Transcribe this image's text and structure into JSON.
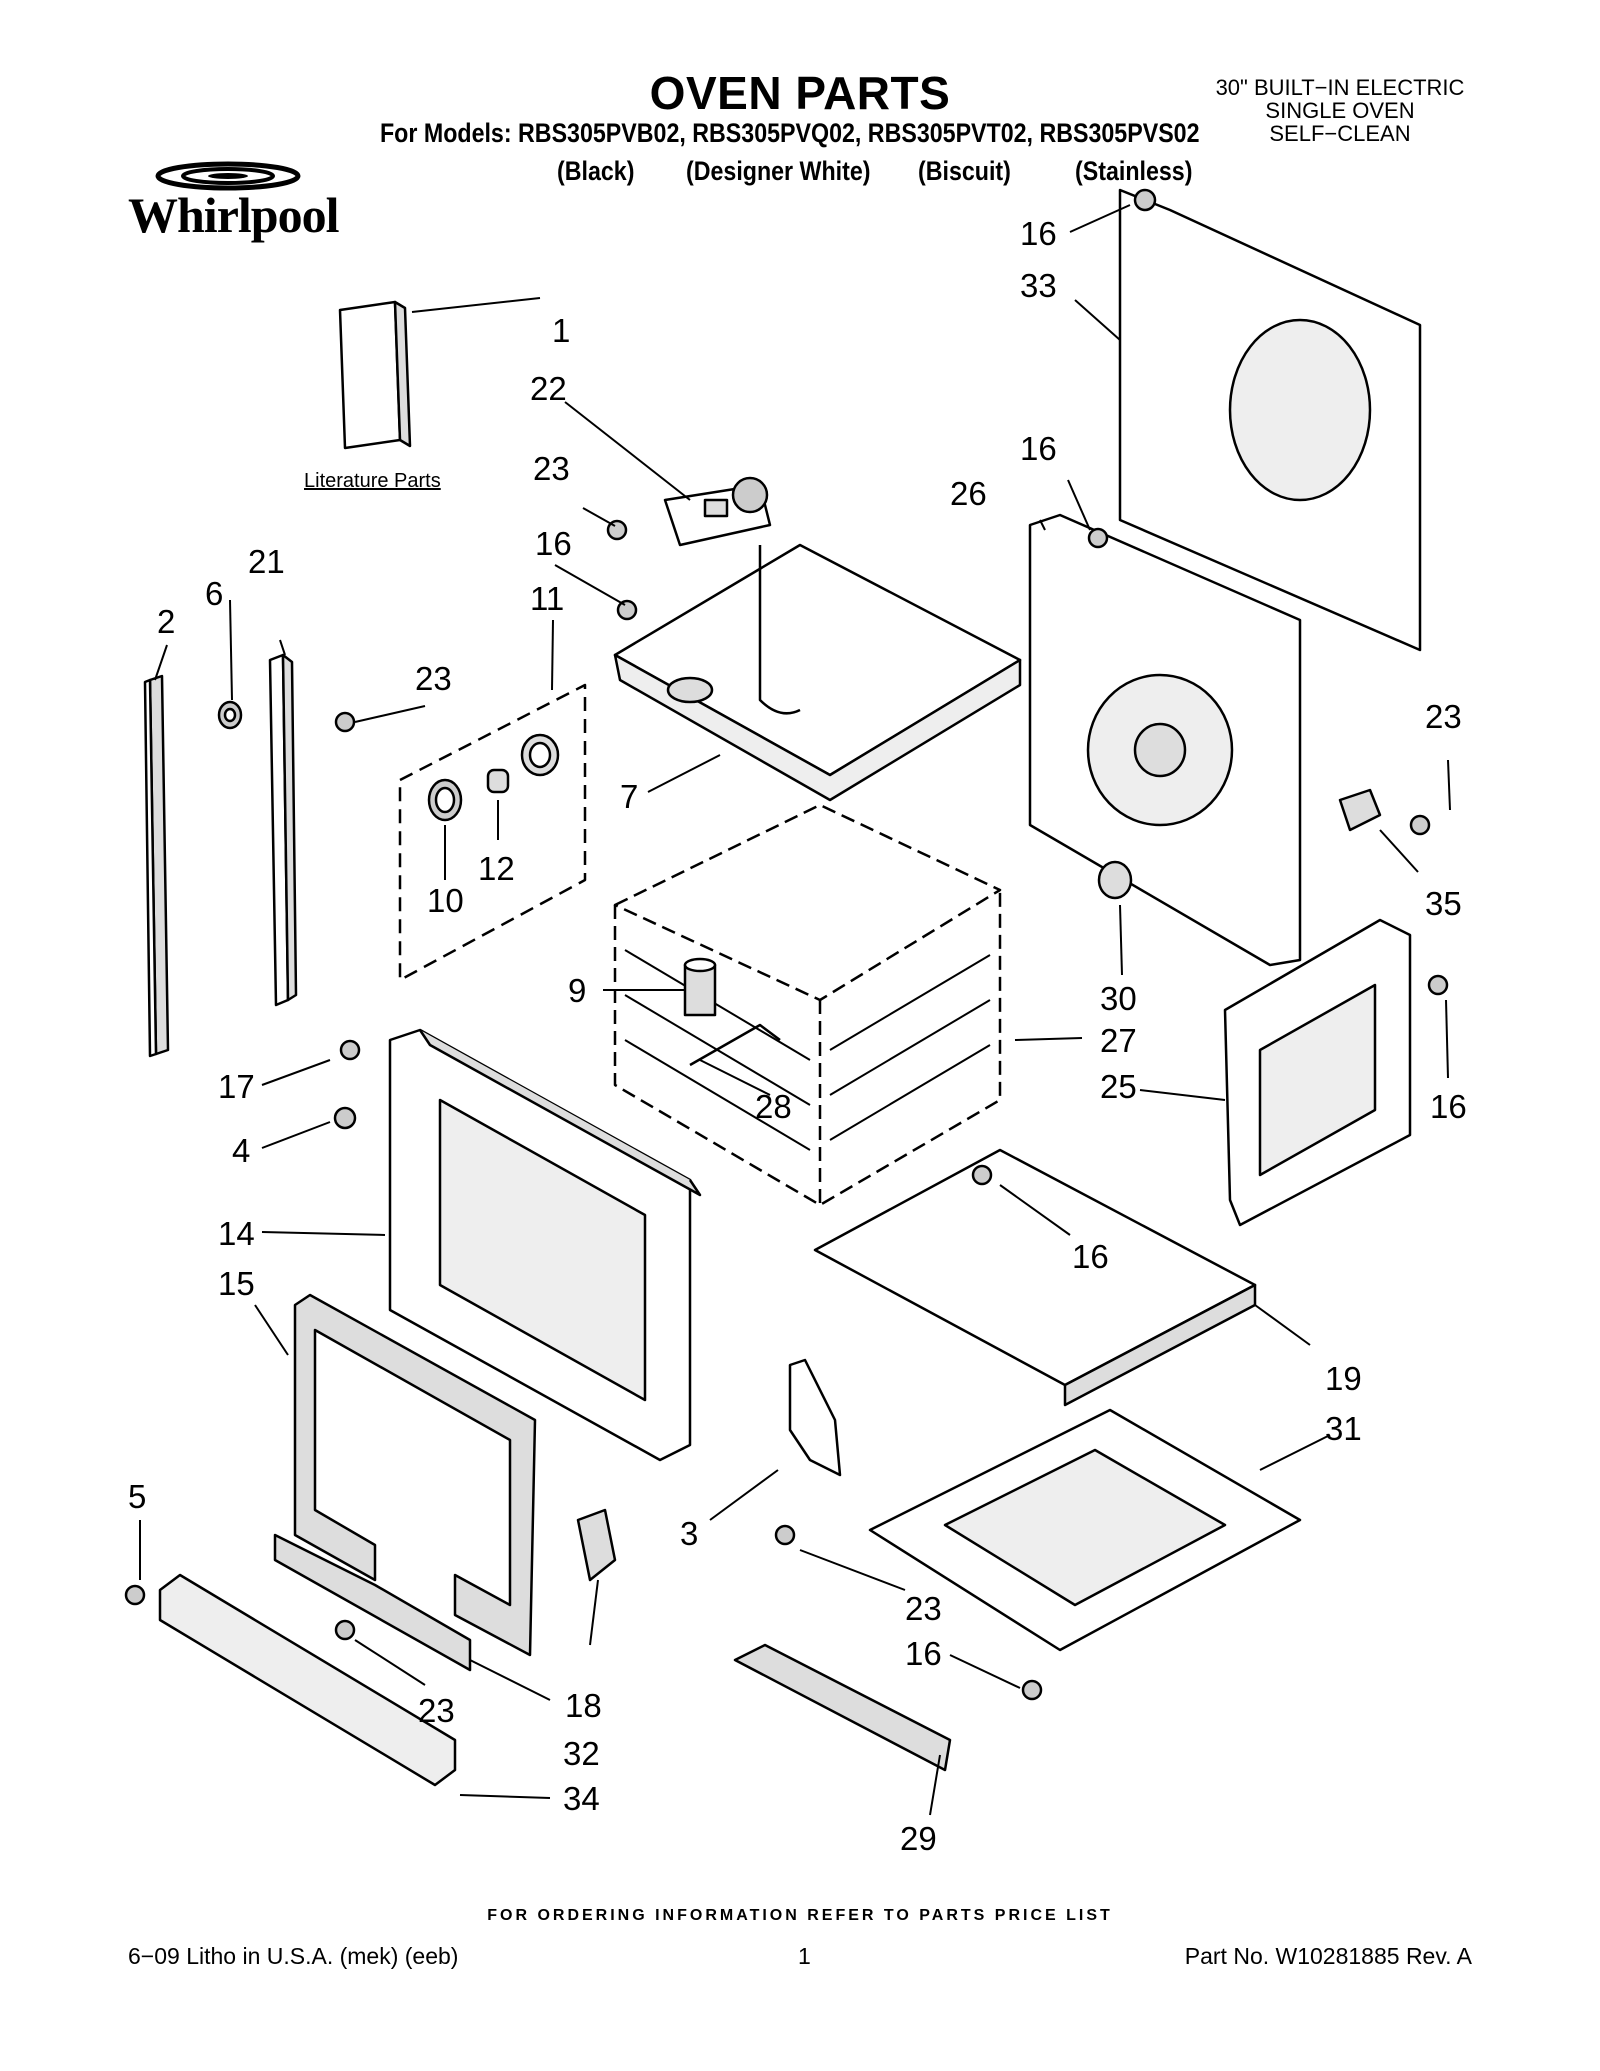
{
  "header": {
    "title": "OVEN PARTS",
    "models_line": "For Models: RBS305PVB02, RBS305PVQ02, RBS305PVT02, RBS305PVS02",
    "colors": [
      "(Black)",
      "(Designer White)",
      "(Biscuit)",
      "(Stainless)"
    ],
    "spec_lines": [
      "30\" BUILT−IN ELECTRIC",
      "SINGLE OVEN",
      "SELF−CLEAN"
    ],
    "brand": "Whirlpool"
  },
  "diagram": {
    "literature_label": "Literature Parts",
    "callouts": [
      "1",
      "22",
      "23",
      "16",
      "21",
      "6",
      "2",
      "11",
      "23",
      "7",
      "10",
      "12",
      "9",
      "17",
      "4",
      "28",
      "14",
      "15",
      "5",
      "23",
      "32",
      "34",
      "18",
      "3",
      "23",
      "16",
      "29",
      "16",
      "33",
      "16",
      "26",
      "23",
      "35",
      "30",
      "27",
      "25",
      "16",
      "16",
      "19",
      "31"
    ]
  },
  "footer": {
    "note": "FOR ORDERING INFORMATION REFER TO PARTS PRICE LIST",
    "litho": "6−09 Litho in U.S.A. (mek) (eeb)",
    "page": "1",
    "part_no": "Part No. W10281885 Rev. A"
  }
}
